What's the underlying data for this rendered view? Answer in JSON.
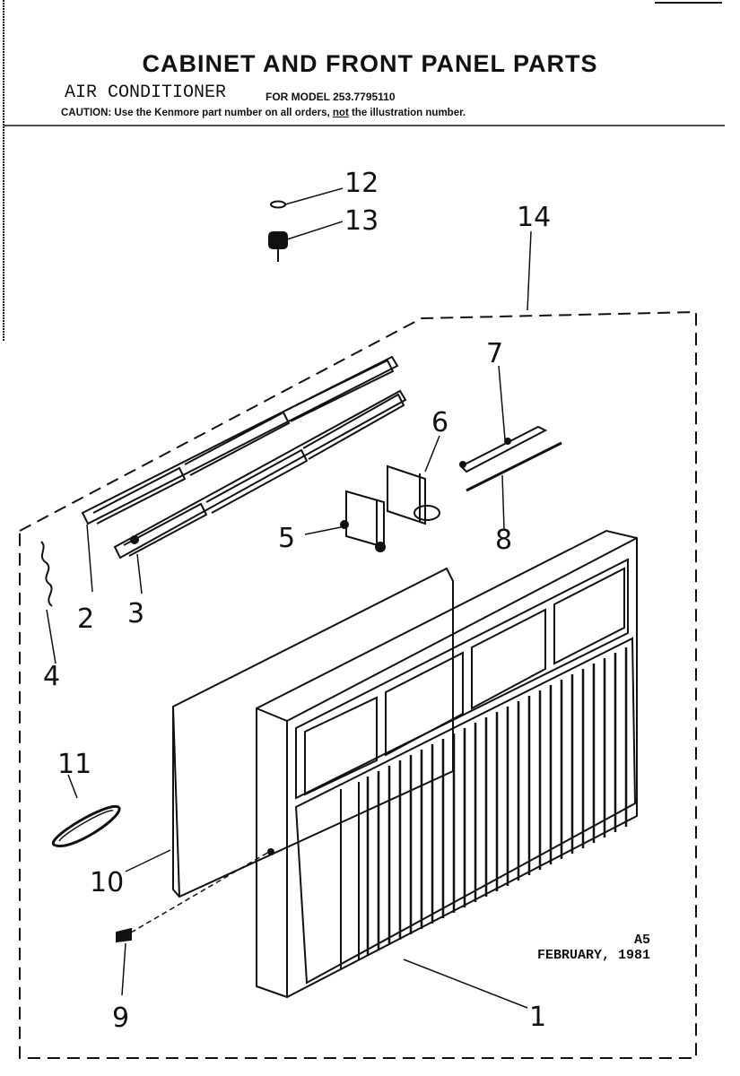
{
  "header": {
    "title": "CABINET AND FRONT PANEL PARTS",
    "subtitle": "AIR CONDITIONER",
    "model_line": "FOR MODEL 253.7795110",
    "caution_prefix": "CAUTION: Use the Kenmore part number on all orders, ",
    "caution_emphasis": "not",
    "caution_suffix": " the illustration number."
  },
  "diagram": {
    "callouts": [
      "1",
      "2",
      "3",
      "4",
      "5",
      "6",
      "7",
      "8",
      "9",
      "10",
      "11",
      "12",
      "13",
      "14"
    ],
    "stamp_code": "A5",
    "stamp_date": "FEBRUARY, 1981"
  }
}
